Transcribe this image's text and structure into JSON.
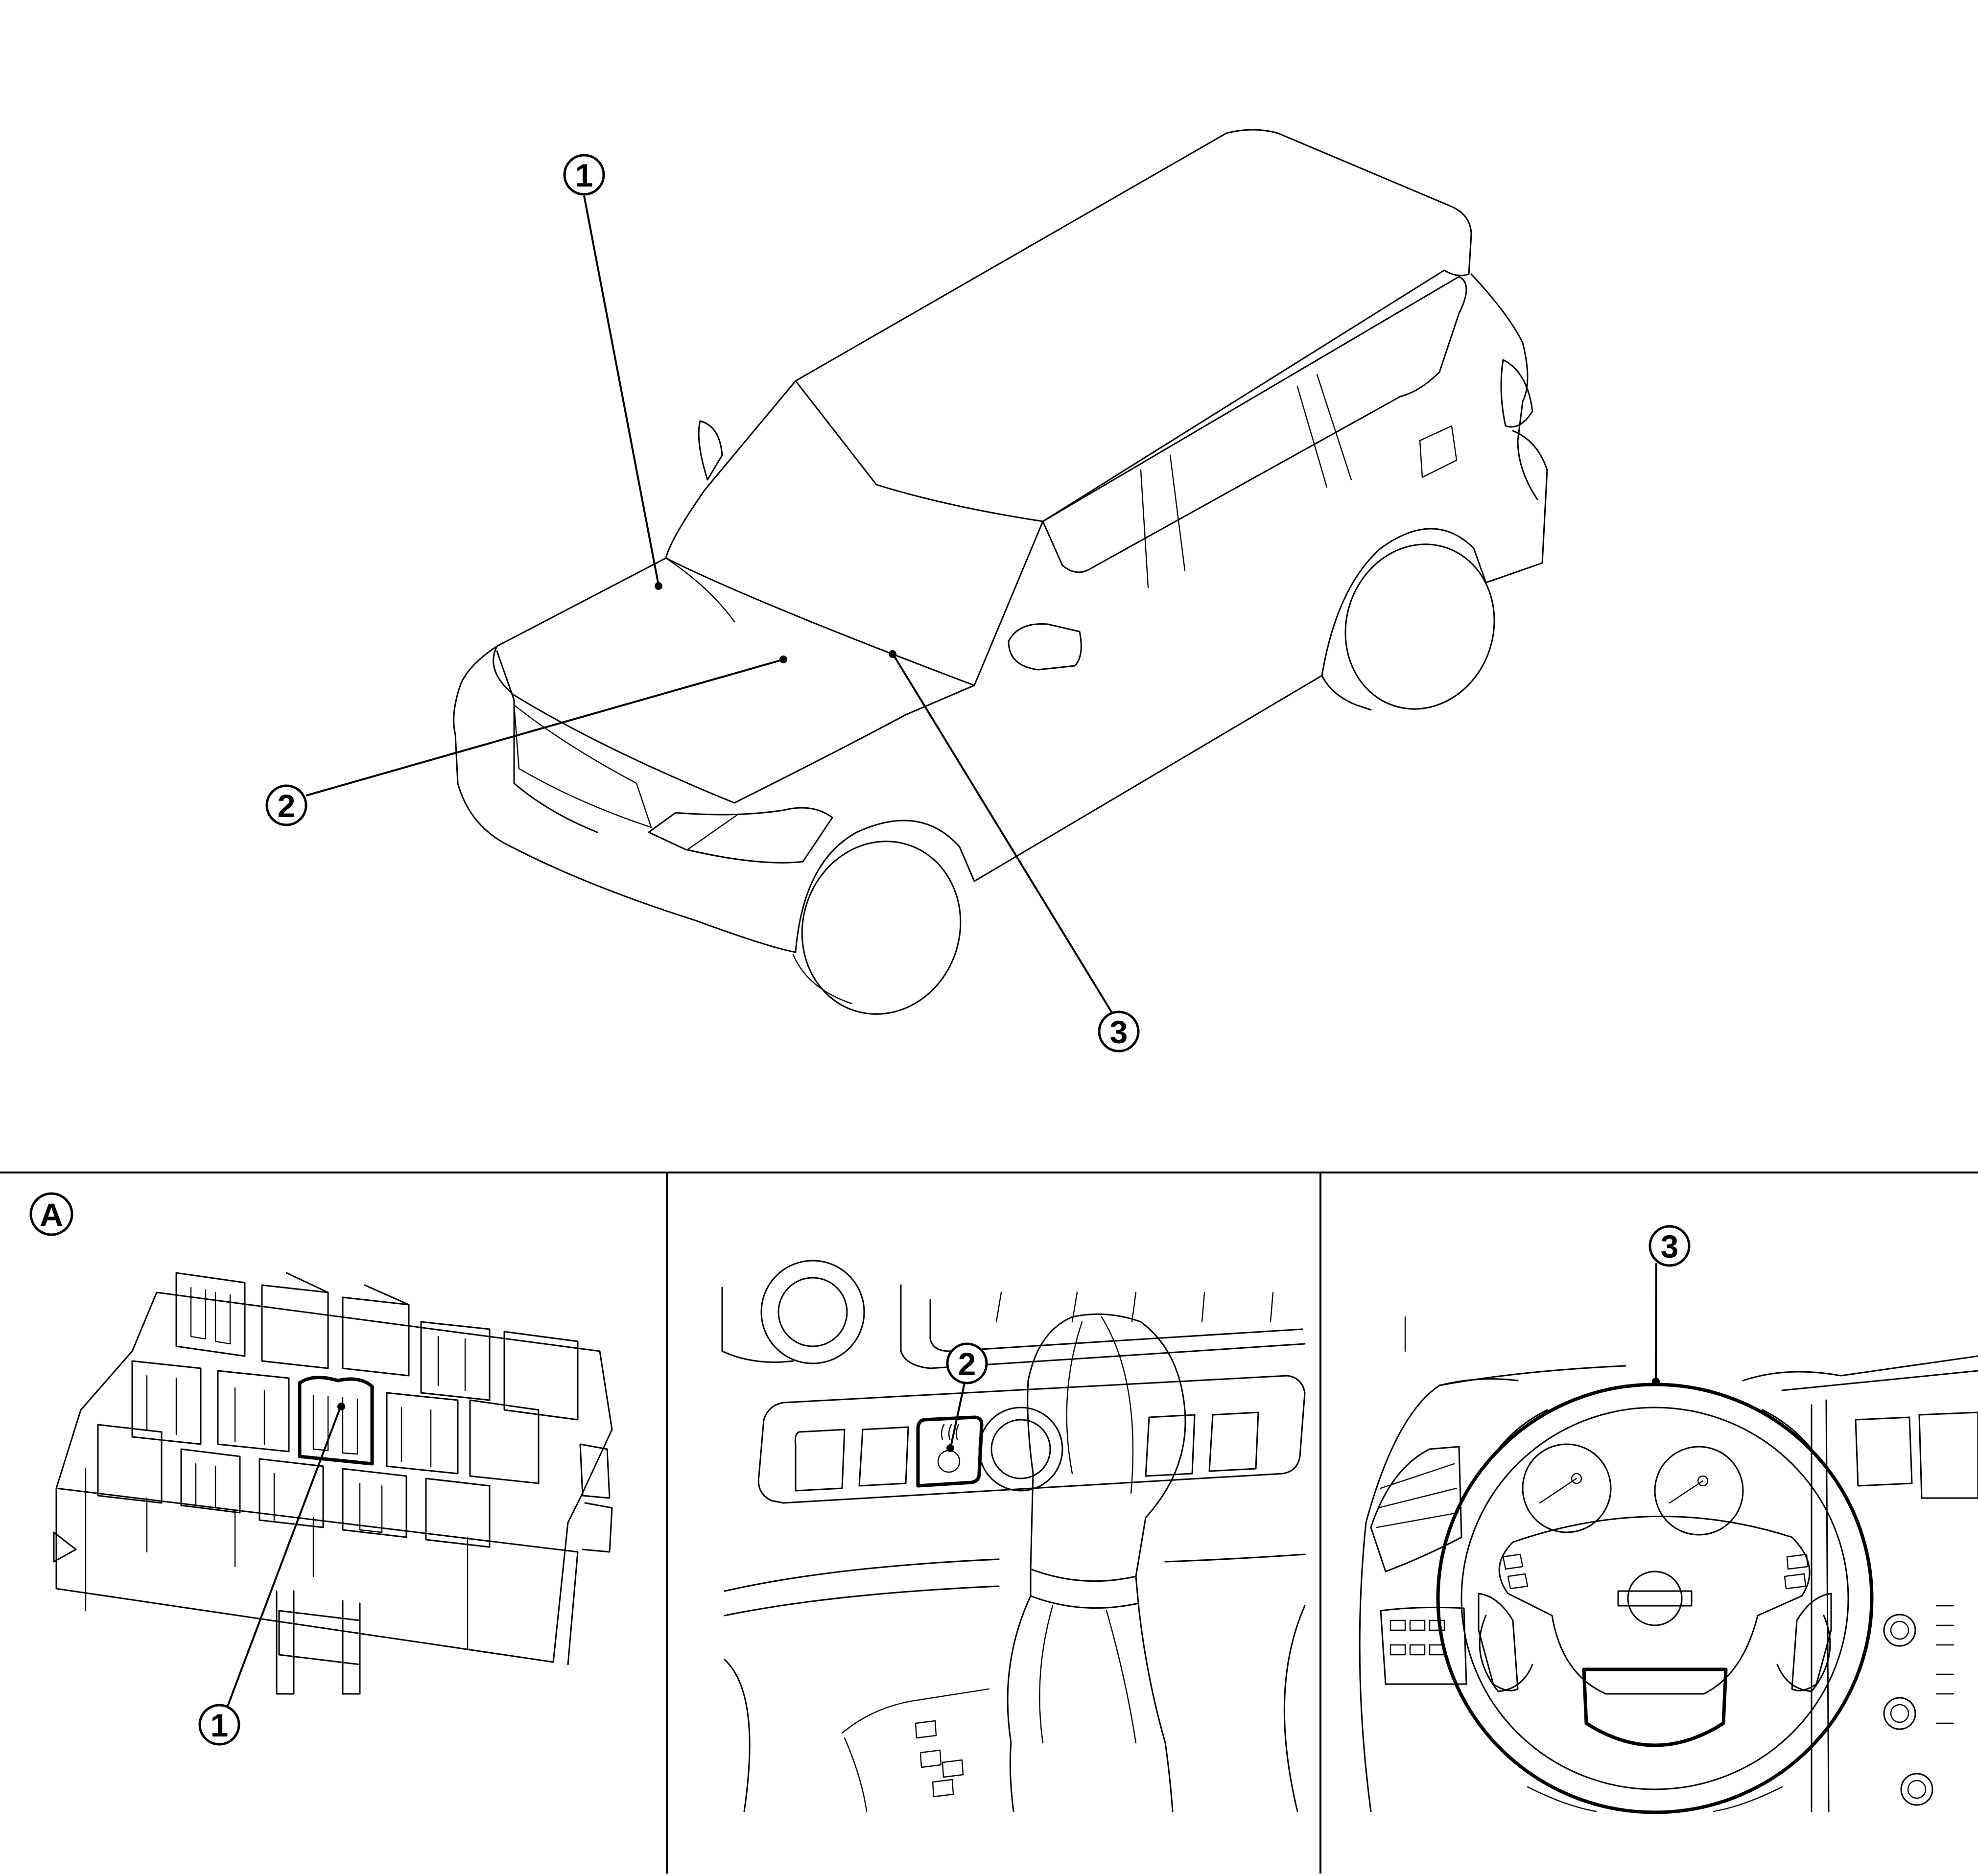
{
  "diagram": {
    "overview": {
      "callouts": [
        {
          "id": "1",
          "label": "1"
        },
        {
          "id": "2",
          "label": "2"
        },
        {
          "id": "3",
          "label": "3"
        }
      ]
    },
    "panels": [
      {
        "id": "A",
        "panel_label": "A",
        "callout": "1",
        "depicts": "ipdm-relay-box"
      },
      {
        "id": "center-console",
        "callout": "2",
        "depicts": "heated-steering-switch"
      },
      {
        "id": "steering",
        "callout": "3",
        "depicts": "steering-wheel"
      }
    ]
  }
}
